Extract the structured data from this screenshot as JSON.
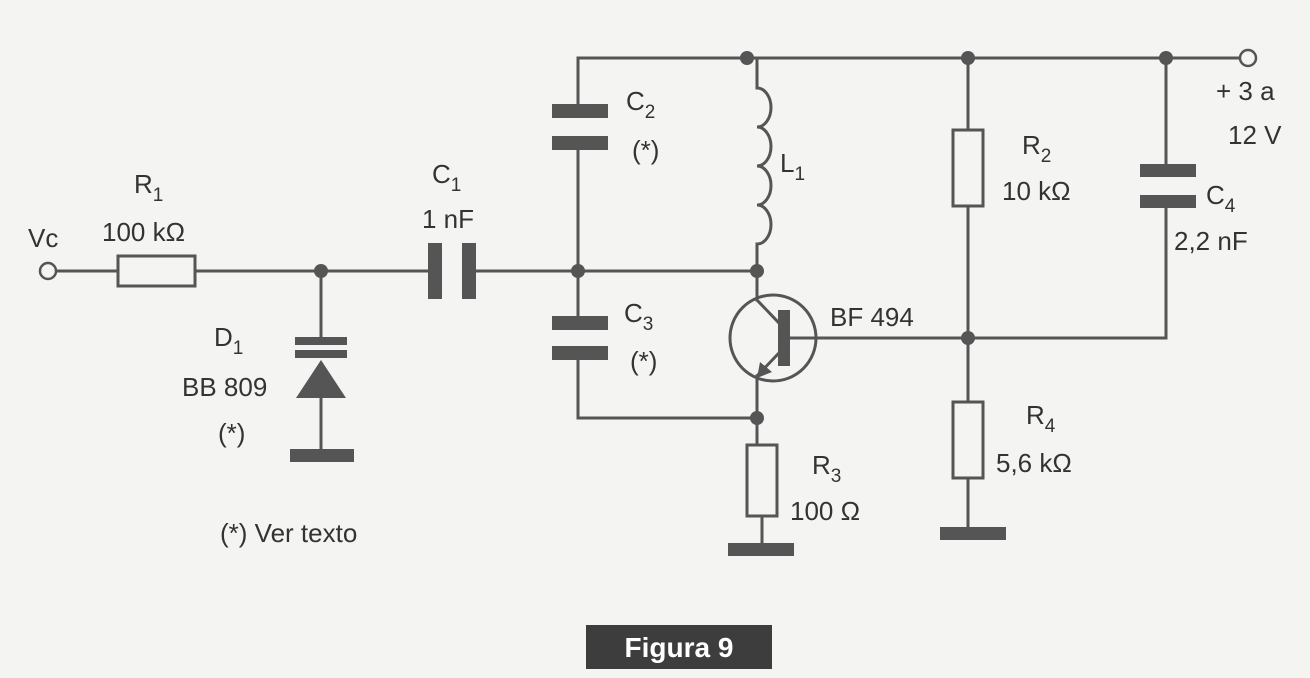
{
  "input": {
    "label": "Vc"
  },
  "supply": {
    "line1": "+ 3 a",
    "line2": "12 V"
  },
  "components": {
    "R1": {
      "letter": "R",
      "index": "1",
      "value": "100 kΩ"
    },
    "C1": {
      "letter": "C",
      "index": "1",
      "value": "1 nF"
    },
    "D1": {
      "letter": "D",
      "index": "1",
      "value": "BB 809",
      "note": "(*)"
    },
    "C2": {
      "letter": "C",
      "index": "2",
      "note": "(*)"
    },
    "C3": {
      "letter": "C",
      "index": "3",
      "note": "(*)"
    },
    "L1": {
      "letter": "L",
      "index": "1"
    },
    "Q1": {
      "value": "BF 494"
    },
    "R2": {
      "letter": "R",
      "index": "2",
      "value": "10 kΩ"
    },
    "R3": {
      "letter": "R",
      "index": "3",
      "value": "100 Ω"
    },
    "R4": {
      "letter": "R",
      "index": "4",
      "value": "5,6 kΩ"
    },
    "C4": {
      "letter": "C",
      "index": "4",
      "value": "2,2 nF"
    }
  },
  "note": "(*) Ver texto",
  "figure": {
    "caption": "Figura 9"
  }
}
